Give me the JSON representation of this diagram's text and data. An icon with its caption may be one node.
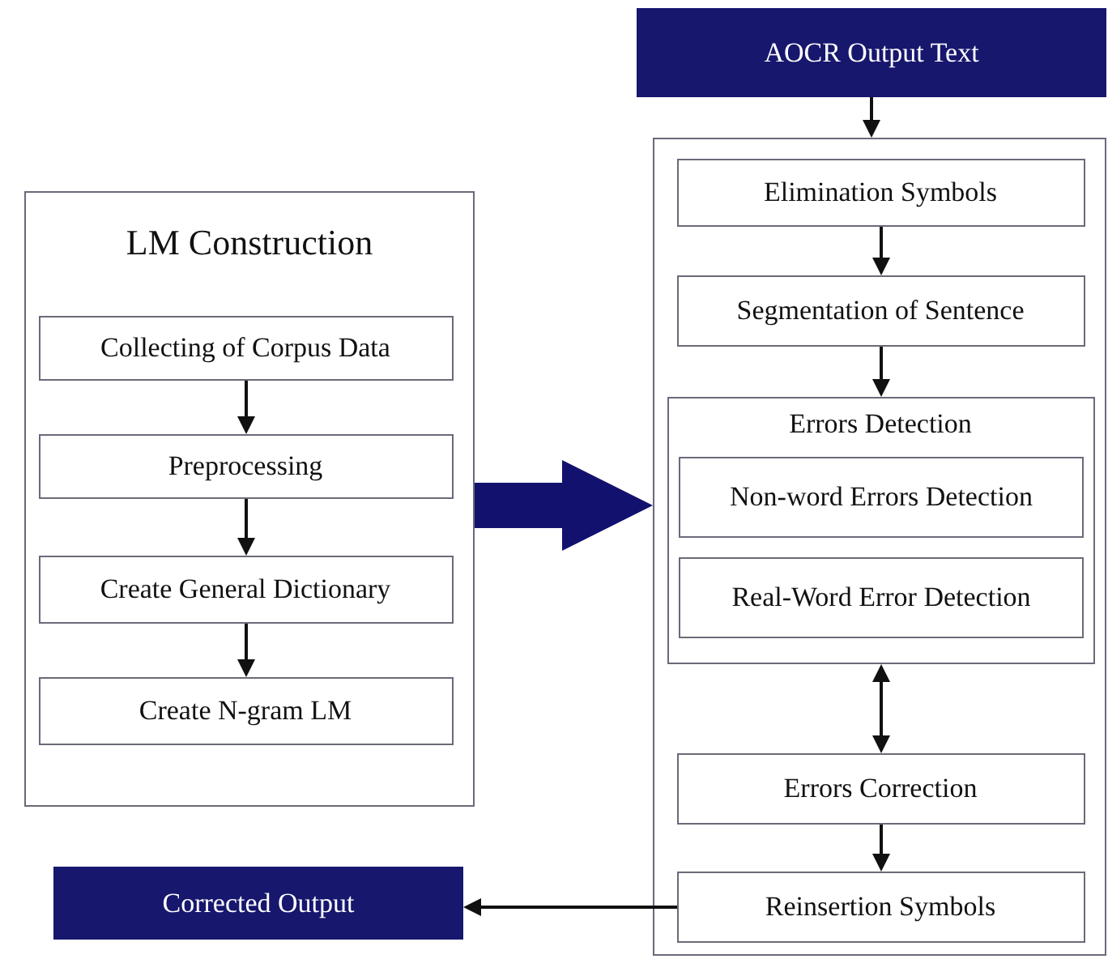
{
  "diagram": {
    "nodes": [
      {
        "text": [
          "LM Construction"
        ]
      },
      {
        "text": [
          "Collecting of Corpus Data"
        ],
        "in": 0
      },
      {
        "text": [
          "Preprocessing"
        ],
        "in": 0
      },
      {
        "text": [
          "Create General Dictionary"
        ],
        "in": 0
      },
      {
        "text": [
          "Create N-gram LM"
        ],
        "in": 0
      },
      {
        "text": [
          "AOCR Output Text"
        ]
      },
      {
        "text": [],
        "shape": "box"
      },
      {
        "text": [
          "Elimination Symbols"
        ],
        "in": 6
      },
      {
        "text": [
          "Segmentation of Sentence"
        ],
        "in": 6
      },
      {
        "text": [
          "Errors Detection"
        ],
        "in": 6
      },
      {
        "text": [
          "Non-word Errors Detection"
        ],
        "in": 9
      },
      {
        "text": [
          "Real-Word Error Detection"
        ],
        "in": 9
      },
      {
        "text": [
          "Errors Correction"
        ],
        "in": 6
      },
      {
        "text": [
          "Reinsertion Symbols"
        ],
        "in": 6
      },
      {
        "text": [
          "Corrected Output"
        ]
      }
    ],
    "edges": [
      {
        "from": 1,
        "to": 2,
        "arrow": "to"
      },
      {
        "from": 2,
        "to": 3,
        "arrow": "to"
      },
      {
        "from": 3,
        "to": 4,
        "arrow": "to"
      },
      {
        "from": 0,
        "to": 6,
        "arrow": "to",
        "style": "thick",
        "color": "#12126e"
      },
      {
        "from": 5,
        "to": 6,
        "arrow": "to"
      },
      {
        "from": 7,
        "to": 8,
        "arrow": "to"
      },
      {
        "from": 8,
        "to": 9,
        "arrow": "to"
      },
      {
        "from": 9,
        "to": 12,
        "arrow": "both"
      },
      {
        "from": 12,
        "to": 13,
        "arrow": "to"
      },
      {
        "from": 13,
        "to": 14,
        "arrow": "to"
      }
    ]
  }
}
